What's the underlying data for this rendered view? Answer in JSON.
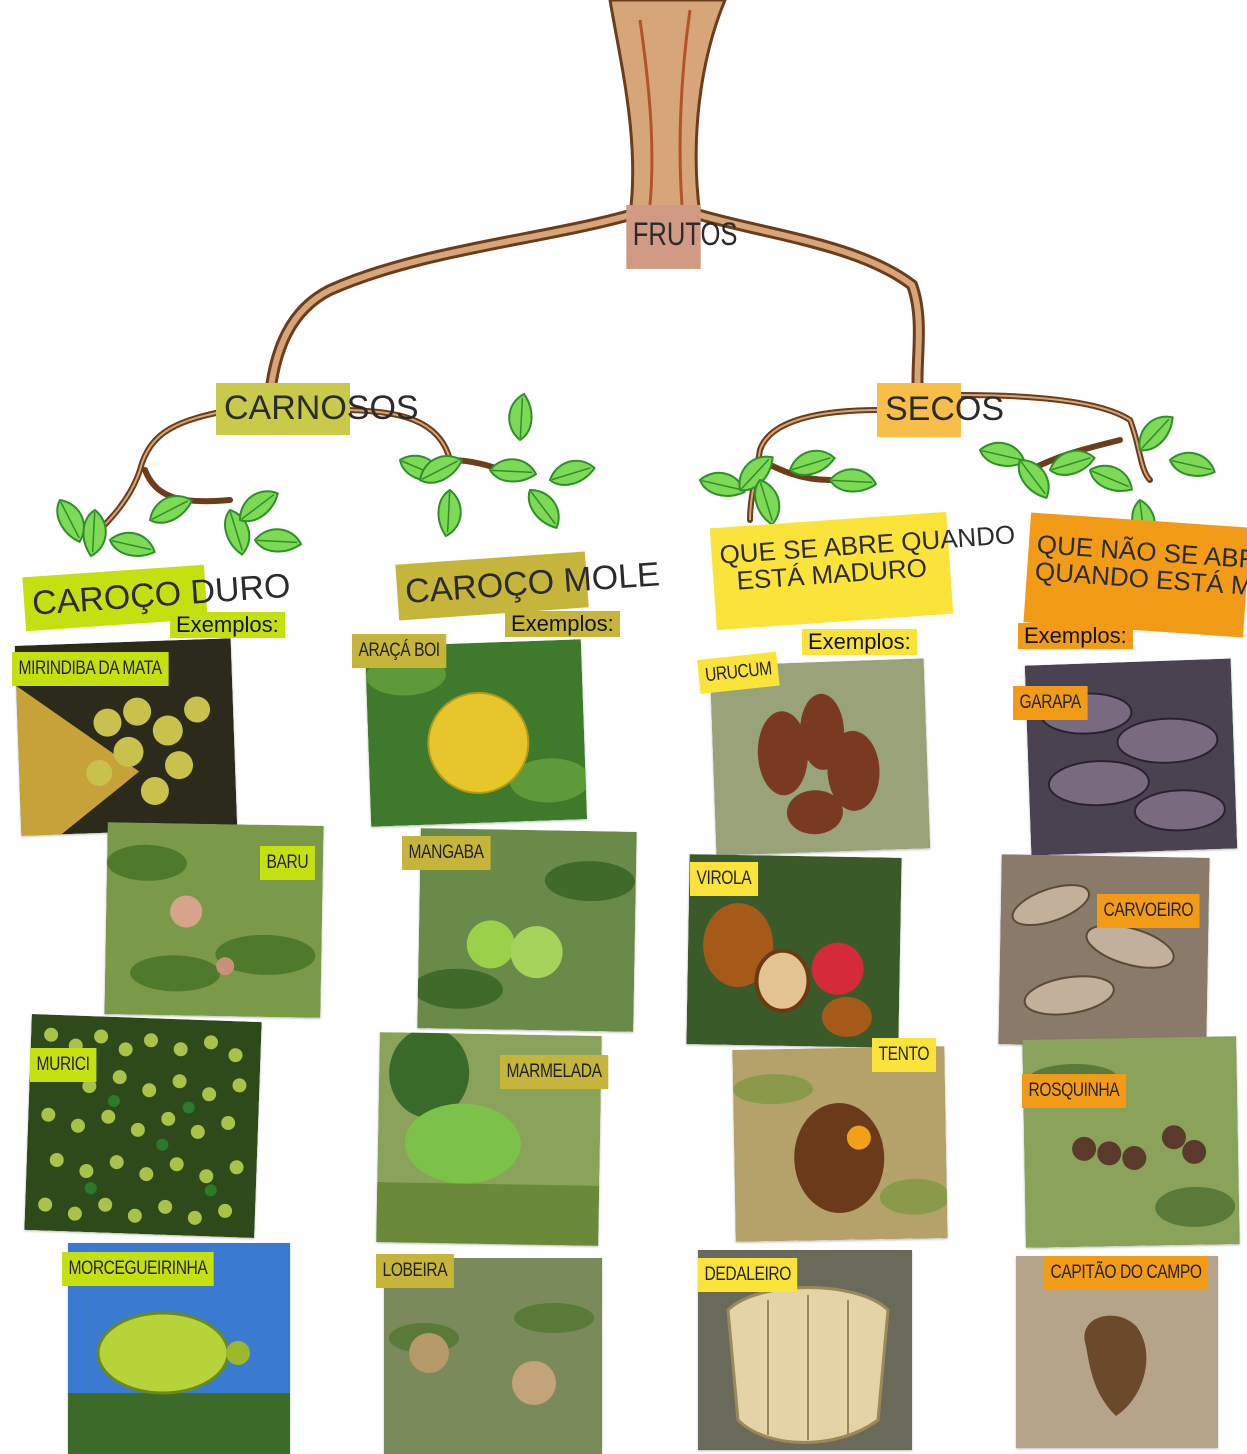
{
  "root": "FRUTOS",
  "branches": {
    "carnosos": "CARNOSOS",
    "secos": "SECOS"
  },
  "groups": {
    "caroco_duro": {
      "title": "CAROÇO DURO",
      "examples": "Exemplos:",
      "items": [
        "MIRINDIBA DA MATA",
        "BARU",
        "MURICI",
        "MORCEGUEIRINHA"
      ]
    },
    "caroco_mole": {
      "title": "CAROÇO MOLE",
      "examples": "Exemplos:",
      "items": [
        "ARAÇÁ BOI",
        "MANGABA",
        "MARMELADA",
        "LOBEIRA"
      ]
    },
    "abre": {
      "title_line1": "QUE SE ABRE QUANDO",
      "title_line2": "ESTÁ MADURO",
      "examples": "Exemplos:",
      "items": [
        "URUCUM",
        "VIROLA",
        "TENTO",
        "DEDALEIRO"
      ]
    },
    "nao_abre": {
      "title_line1": "QUE NÃO SE ABRE",
      "title_line2": "QUANDO ESTÁ MADURO",
      "examples": "Exemplos:",
      "items": [
        "GARAPA",
        "CARVOEIRO",
        "ROSQUINHA",
        "CAPITÃO DO CAMPO"
      ]
    }
  },
  "colors": {
    "root": "#d19a85",
    "carnosos": "#c9c94a",
    "secos": "#f7bf4a",
    "caroco_duro": "#c4e10f",
    "caroco_mole": "#c6b53b",
    "abre": "#fbe43a",
    "nao_abre": "#f29b17",
    "leaf": "#5bbf3a",
    "bark": "#b9845a"
  }
}
